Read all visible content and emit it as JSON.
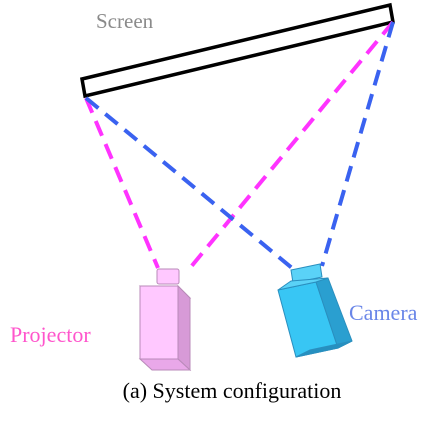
{
  "labels": {
    "screen": "Screen",
    "projector": "Projector",
    "camera": "Camera",
    "caption": "(a) System configuration"
  },
  "colors": {
    "screen_label": "#8a8a8a",
    "screen_outline": "#000000",
    "projector_rays": "#ff33ff",
    "camera_rays": "#3a62f0",
    "projector_label": "#ff55cc",
    "camera_label": "#6a86e8",
    "projector_front": "#ffc8ff",
    "projector_side": "#d79ad7",
    "projector_top": "#f3b0f3",
    "camera_front": "#38c6f4",
    "camera_side": "#2a9fd0",
    "camera_top": "#5ad2f7",
    "camera_lens": "#5ad2f7"
  }
}
